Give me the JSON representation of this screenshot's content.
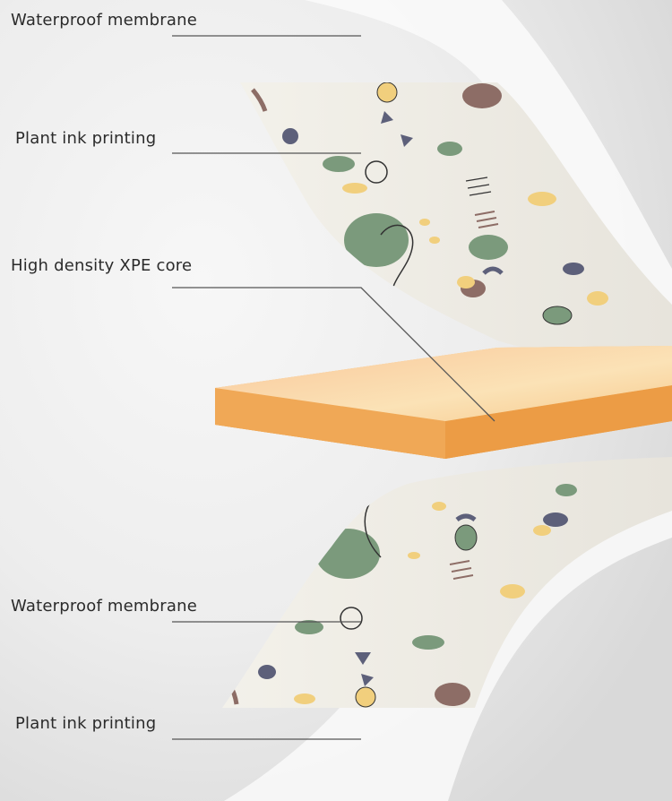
{
  "labels": {
    "top_membrane": "Waterproof membrane",
    "top_printing": "Plant ink printing",
    "core": "High density XPE core",
    "bottom_membrane": "Waterproof membrane",
    "bottom_printing": "Plant ink printing"
  },
  "colors": {
    "sheet": "#f1eee6",
    "core_light": "#f7c98e",
    "core_dark": "#ef9f44",
    "sage": "#7b9a7c",
    "mauve": "#8d6d66",
    "yellow": "#f1cf7d",
    "slate": "#5d607a",
    "ink": "#333333"
  }
}
